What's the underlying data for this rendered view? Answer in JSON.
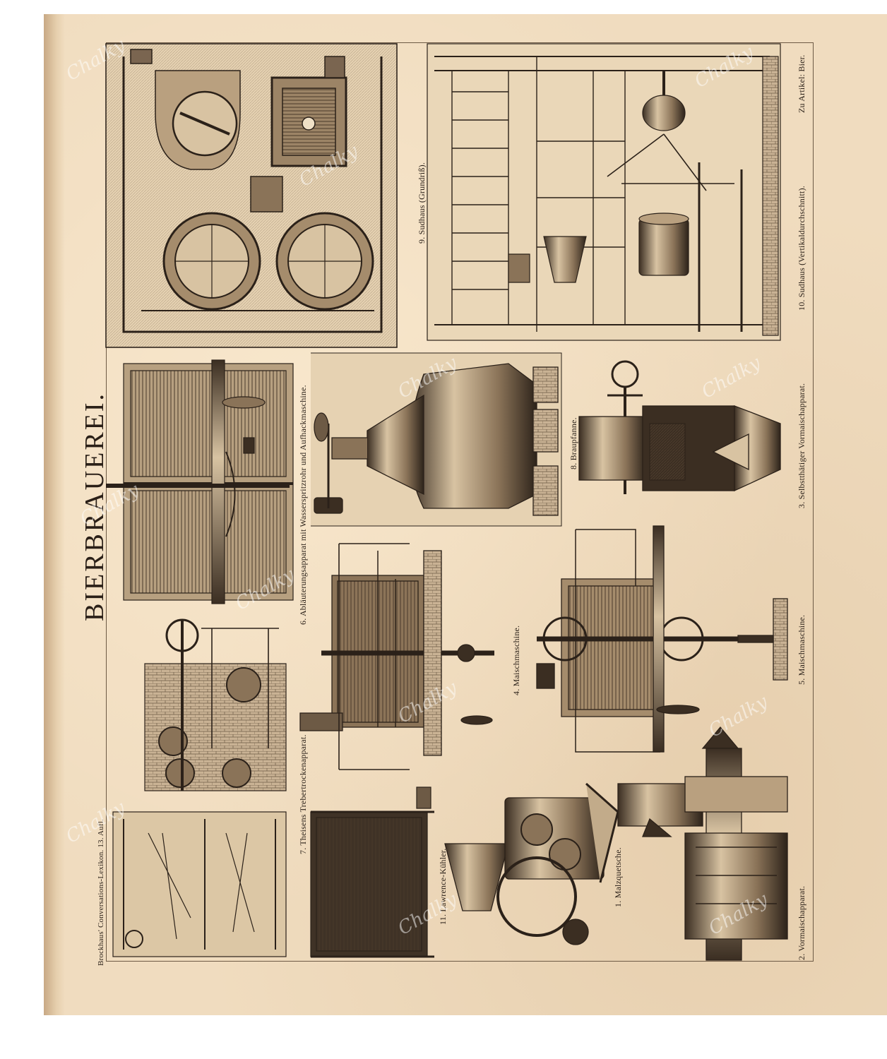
{
  "plate": {
    "title": "BIERBRAUEREI.",
    "publisher": "Brockhaus' Conversations-Lexikon. 13. Aufl.",
    "article_ref": "Zu Artikel: Bier."
  },
  "figures": {
    "f1": "1. Malzquetsche.",
    "f2": "2. Vormaischapparat.",
    "f3": "3. Selbstthätiger Vormaischapparat.",
    "f4": "4. Maischmaschine.",
    "f5": "5. Maischmaschine.",
    "f6": "6. Abläuterungsapparat mit Wasserspritzrohr und Aufhackmaschine.",
    "f7": "7. Theisens Trebertrockenapparat.",
    "f8": "8. Braupfanne.",
    "f9": "9. Sudhaus (Grundriß).",
    "f10": "10. Sudhaus (Vertikaldurchschnitt).",
    "f11": "11. Lawrence-Kühler."
  },
  "watermark": "Chalky",
  "colors": {
    "paper": "#f0dcbf",
    "ink": "#2b2119",
    "shade": "#5a4736"
  }
}
